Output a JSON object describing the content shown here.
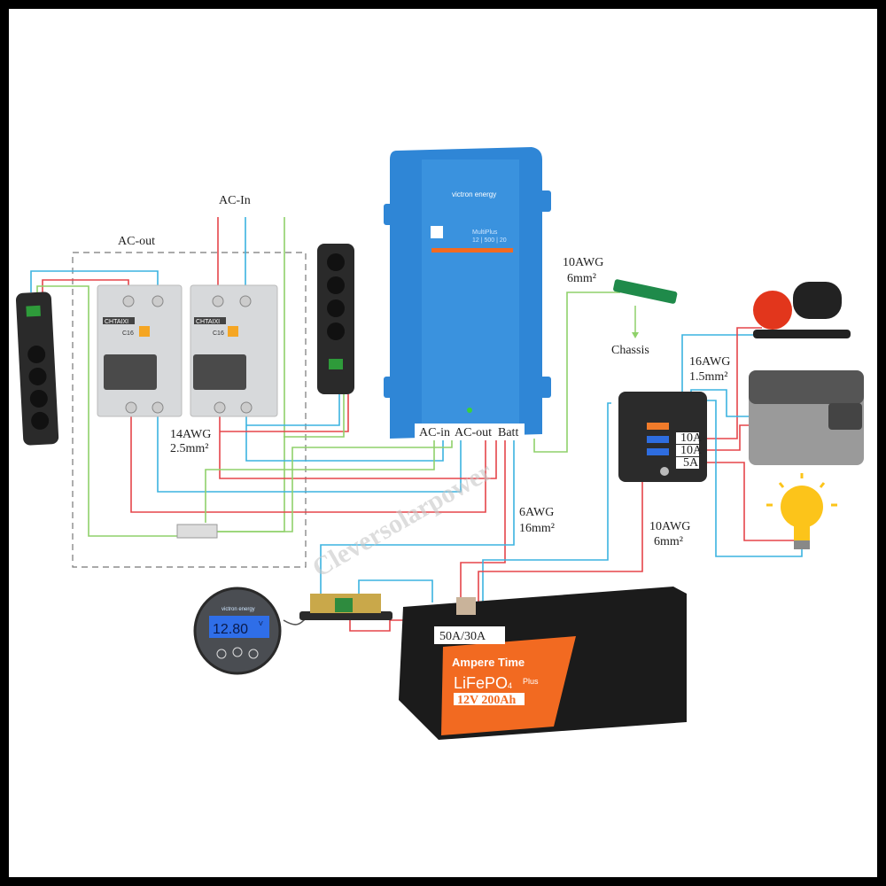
{
  "labels": {
    "ac_out": "AC-out",
    "ac_in": "AC-In",
    "awg14": "14AWG",
    "mm25": "2.5mm²",
    "awg10_top": "10AWG",
    "mm6_top": "6mm²",
    "chassis": "Chassis",
    "awg16": "16AWG",
    "mm15": "1.5mm²",
    "awg6": "6AWG",
    "mm16": "16mm²",
    "awg10_bottom": "10AWG",
    "mm6_bottom": "6mm²",
    "shunt_fuse": "50A/30A",
    "watermark": "Cleversolarpower"
  },
  "inverter": {
    "brand": "victron energy",
    "model": "MultiPlus",
    "rating": "12 | 500 | 20",
    "ports": [
      "AC-in",
      "AC-out",
      "Batt"
    ]
  },
  "fuses": [
    "10A",
    "10A",
    "5A"
  ],
  "breakers": [
    {
      "brand": "CHTAIXI",
      "rating": "C16"
    },
    {
      "brand": "CHTAIXI",
      "rating": "C16"
    }
  ],
  "monitor": {
    "brand": "victron energy",
    "reading": "12.80",
    "unit": "V"
  },
  "battery": {
    "brand": "Ampere Time",
    "chem": "LiFePO",
    "sub": "4",
    "plus": "Plus",
    "spec": "12V  200Ah"
  },
  "colors": {
    "live": "#e5454a",
    "neutral": "#3bb3e0",
    "earth": "#8fd16a",
    "inverter": "#2f86d6",
    "battery": "#f26a21"
  }
}
